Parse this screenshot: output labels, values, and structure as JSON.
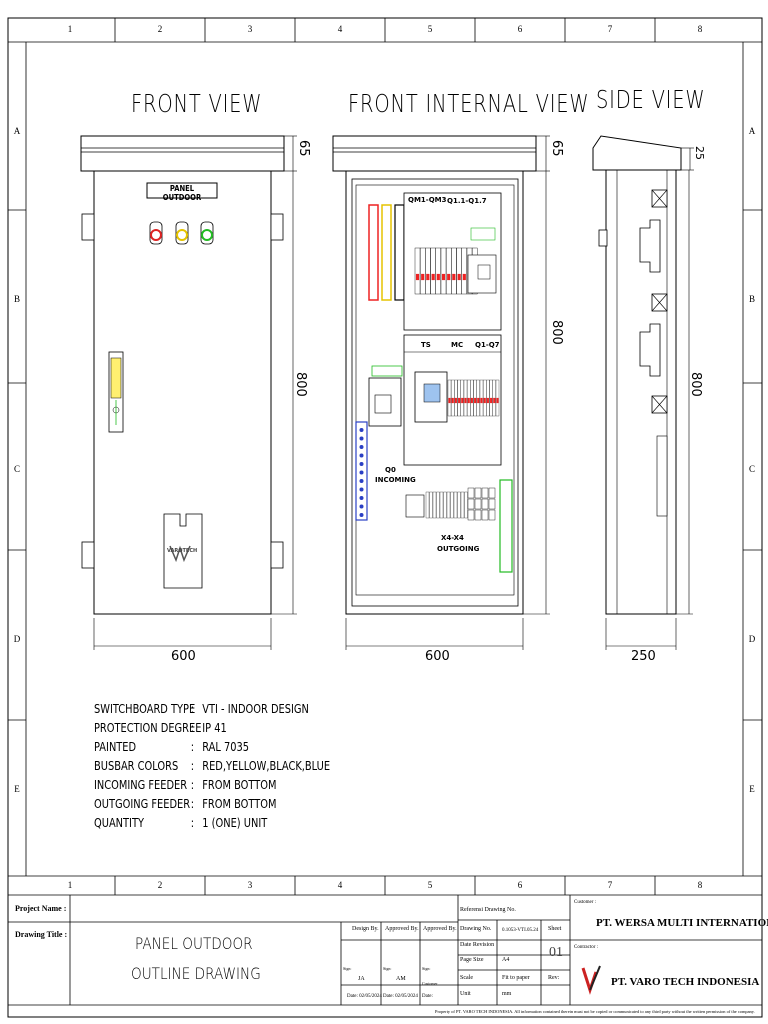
{
  "grid": {
    "columns": [
      "1",
      "2",
      "3",
      "4",
      "5",
      "6",
      "7",
      "8"
    ],
    "rows": [
      "A",
      "B",
      "C",
      "D",
      "E"
    ]
  },
  "views": {
    "front_title": "FRONT VIEW",
    "internal_title": "FRONT INTERNAL VIEW",
    "side_title": "SIDE VIEW"
  },
  "front_view": {
    "nameplate": "PANEL OUTDOOR",
    "roof_dim": "65",
    "height_dim": "800",
    "width_dim": "600",
    "logo_text": "VAROTECH"
  },
  "internal_view": {
    "roof_dim": "65",
    "height_dim": "800",
    "width_dim": "600",
    "labels": {
      "qm": "QM1-QM3",
      "q11": "Q1.1-Q1.7",
      "ts": "TS",
      "mc": "MC",
      "q1q7": "Q1-Q7",
      "q0": "Q0",
      "incoming": "INCOMING",
      "x4": "X4-X4",
      "outgoing": "OUTGOING"
    }
  },
  "side_view": {
    "roof_dim": "25",
    "height_dim": "800",
    "depth_dim": "250"
  },
  "specs": [
    {
      "label": "SWITCHBOARD TYPE",
      "sep": ":",
      "value": "VTI - INDOOR DESIGN"
    },
    {
      "label": "PROTECTION DEGREE",
      "sep": ":",
      "value": "IP 41"
    },
    {
      "label": "PAINTED",
      "sep": ":",
      "value": "RAL 7035"
    },
    {
      "label": "BUSBAR COLORS",
      "sep": ":",
      "value": "RED,YELLOW,BLACK,BLUE"
    },
    {
      "label": "INCOMING FEEDER",
      "sep": ":",
      "value": "FROM BOTTOM"
    },
    {
      "label": "OUTGOING FEEDER",
      "sep": ":",
      "value": "FROM BOTTOM"
    },
    {
      "label": "QUANTITY",
      "sep": ":",
      "value": "1 (ONE) UNIT"
    }
  ],
  "title_block": {
    "project_name_label": "Project Name :",
    "drawing_title_label": "Drawing Title :",
    "drawing_title_line1": "PANEL OUTDOOR",
    "drawing_title_line2": "OUTLINE DRAWING",
    "design_by": "Design By.",
    "approved_by_1": "Approved By.",
    "approved_by_2": "Approved By.",
    "sign_label_1": "Sign:",
    "sign_label_2": "Sign:",
    "sign_label_3": "Sign:",
    "design_name": "JA",
    "approved_name": "AM",
    "customer_label_cell": "Customer",
    "date_1": "Date: 02/05/2024",
    "date_2": "Date: 02/05/2024",
    "date_3": "Date:",
    "ref_drawing_label": "Referensi Drawing No.",
    "drawing_no_label": "Drawing No.",
    "drawing_no_value": "0.1053-VTI.05.24",
    "sheet_label": "Sheet",
    "sheet_value": "01",
    "date_revision_label": "Date Revision",
    "page_size_label": "Page Size",
    "page_size_value": "A4",
    "scale_label": "Scale",
    "scale_value": "Fit to paper",
    "rev_label": "Rev:",
    "unit_label": "Unit",
    "unit_value": "mm",
    "customer_label": "Customer :",
    "customer_name": "PT. WERSA MULTI INTERNATIONAL",
    "contractor_label": "Contractor :",
    "contractor_name": "PT. VARO TECH INDONESIA",
    "footer": "Property of PT. VARO TECH INDONESIA. All information contained therein must not be copied or communicated to any third party without the written permission of the company."
  }
}
